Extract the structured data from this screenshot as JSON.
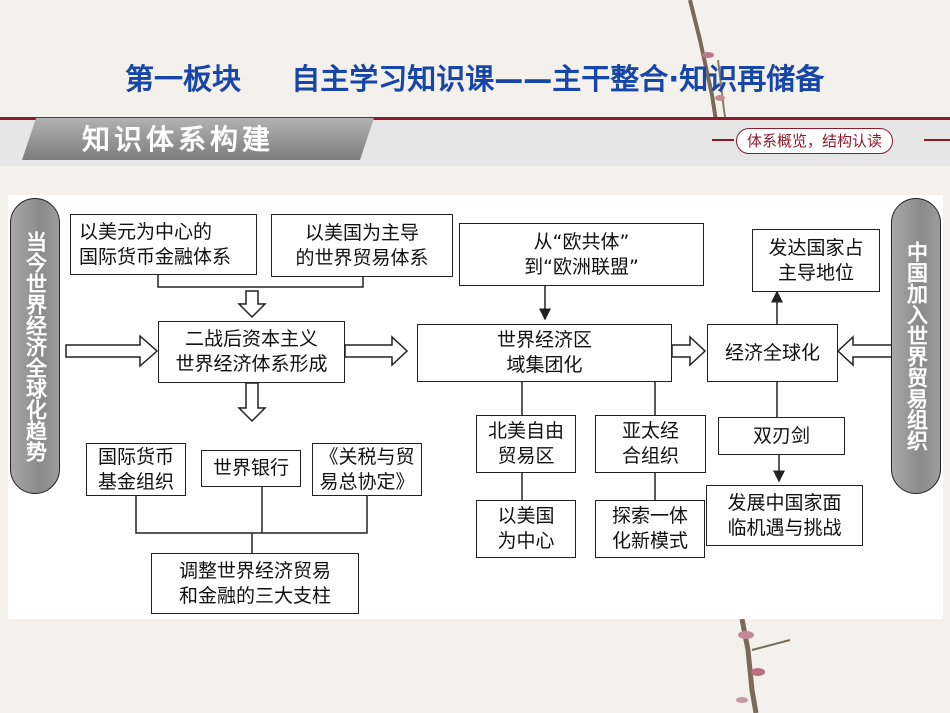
{
  "title": {
    "part1": "第一板块",
    "part2": "自主学习知识课——主干整合·知识再储备"
  },
  "banner": {
    "title": "知识体系构建",
    "subtitle": "体系概览，结构认读"
  },
  "sides": {
    "left": "当今世界经济全球化趋势",
    "right": "中国加入世界贸易组织"
  },
  "boxes": {
    "dollar_center": "以美元为中心的\n国际货币金融体系",
    "us_trade": "以美国为主导\n的世界贸易体系",
    "postwar_system": "二战后资本主义\n世界经济体系形成",
    "imf": "国际货币\n基金组织",
    "world_bank": "世界银行",
    "gatt": "《关税与贸\n易总协定》",
    "three_pillars": "调整世界经济贸易\n和金融的三大支柱",
    "ec_to_eu": "从“欧共体”\n到“欧洲联盟”",
    "regional_bloc": "世界经济区\n域集团化",
    "nafta": "北美自由\n贸易区",
    "apec": "亚太经\n合组织",
    "us_center": "以美国\n为中心",
    "new_model": "探索一体\n化新模式",
    "developed_lead": "发达国家占\n主导地位",
    "globalization": "经济全球化",
    "double_edged": "双刃剑",
    "china_challenge": "发展中国家面\n临机遇与挑战"
  }
}
